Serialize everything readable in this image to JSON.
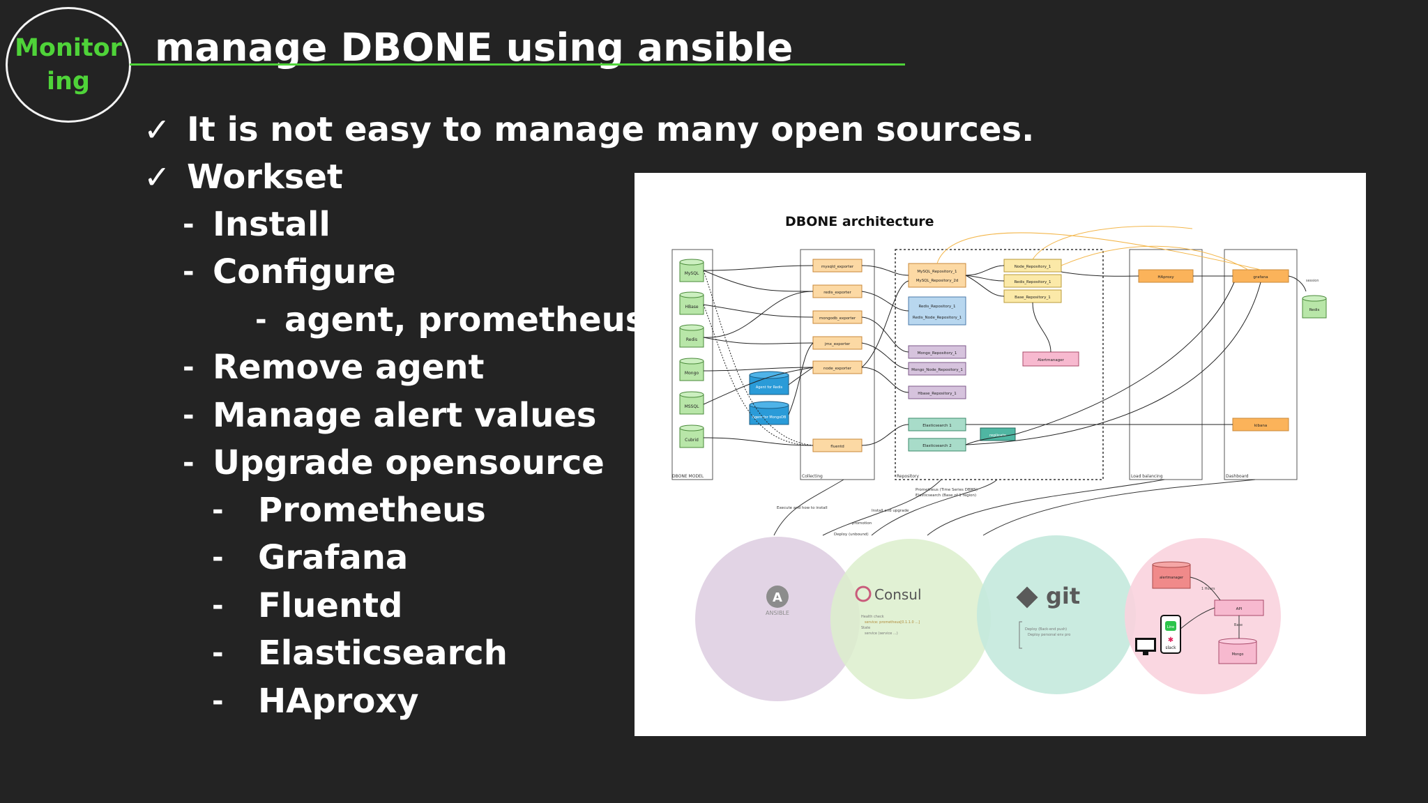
{
  "badge": {
    "line1": "Monitor",
    "line2": "ing"
  },
  "title": "manage DBONE using ansible",
  "bullets": [
    {
      "mark": "✓",
      "text": "It is not easy to manage many open sources."
    },
    {
      "mark": "✓",
      "text": "Workset"
    }
  ],
  "worklist": [
    {
      "dash": "-",
      "text": "Install"
    },
    {
      "dash": "-",
      "text": "Configure"
    },
    {
      "dash": "-",
      "text": "agent, prometheus"
    },
    {
      "dash": "-",
      "text": "Remove agent"
    },
    {
      "dash": "-",
      "text": "Manage alert values"
    },
    {
      "dash": "-",
      "text": "Upgrade opensource"
    },
    {
      "dash": "-",
      "text": "Prometheus"
    },
    {
      "dash": "-",
      "text": "Grafana"
    },
    {
      "dash": "-",
      "text": "Fluentd"
    },
    {
      "dash": "-",
      "text": "Elasticsearch"
    },
    {
      "dash": "-",
      "text": "HAproxy"
    }
  ],
  "diagram": {
    "title": "DBONE architecture",
    "db_nodes": [
      "MySQL",
      "HBase",
      "Redis",
      "Mongo",
      "MSSQL",
      "Cubrid"
    ],
    "agent_dbs": [
      "Agent for Redis",
      "Agent for MongoDB"
    ],
    "exporters": [
      "mysqld_exporter",
      "redis_exporter",
      "mongodb_exporter",
      "jmx_exporter",
      "node_exporter",
      "fluentd"
    ],
    "repos": [
      "MySQL_Repository_1",
      "MySQL_Repository_2d",
      "Redis_Repository_1",
      "Redis_Node_Repository_1",
      "Mongo_Repository_1",
      "Mongo_Node_Repository_1",
      "Hbase_Repository_1",
      "Elasticsearch 1",
      "Elasticsearch 2"
    ],
    "remote_repos": [
      "Node_Repository_1",
      "Redis_Repository_1",
      "Base_Repository_1"
    ],
    "alert": "Alertmanager",
    "repl": "replicate",
    "haproxy": "HAproxy",
    "grafana": "grafana",
    "kibana": "kibana",
    "redis_right": "Redis",
    "session": "session",
    "column_labels": [
      "DBONE MODEL",
      "Collecting",
      "Repository",
      "Load balancing",
      "Dashboard"
    ],
    "note_retention": "Prometheus (Time Series DBMS)",
    "note_es": "Elasticsearch (Base of 1 region)",
    "arrow_labels": [
      "Execute and how to install",
      "Install and upgrade",
      "Deploy (unbound)",
      "promotion"
    ],
    "tools": [
      "ANSIBLE",
      "Consul",
      "git"
    ],
    "consul_snippet": [
      "Health check",
      "service: prometheus[0.1.1.0 ...]",
      "State",
      "service (service ...)"
    ],
    "git_snippet": [
      "Deploy (Back-end push)",
      "Deploy personal env pro"
    ],
    "alert_nodes": [
      "alertmanager",
      "API",
      "slack",
      "Mongo",
      "Base",
      "1 Hours",
      "Line"
    ]
  }
}
